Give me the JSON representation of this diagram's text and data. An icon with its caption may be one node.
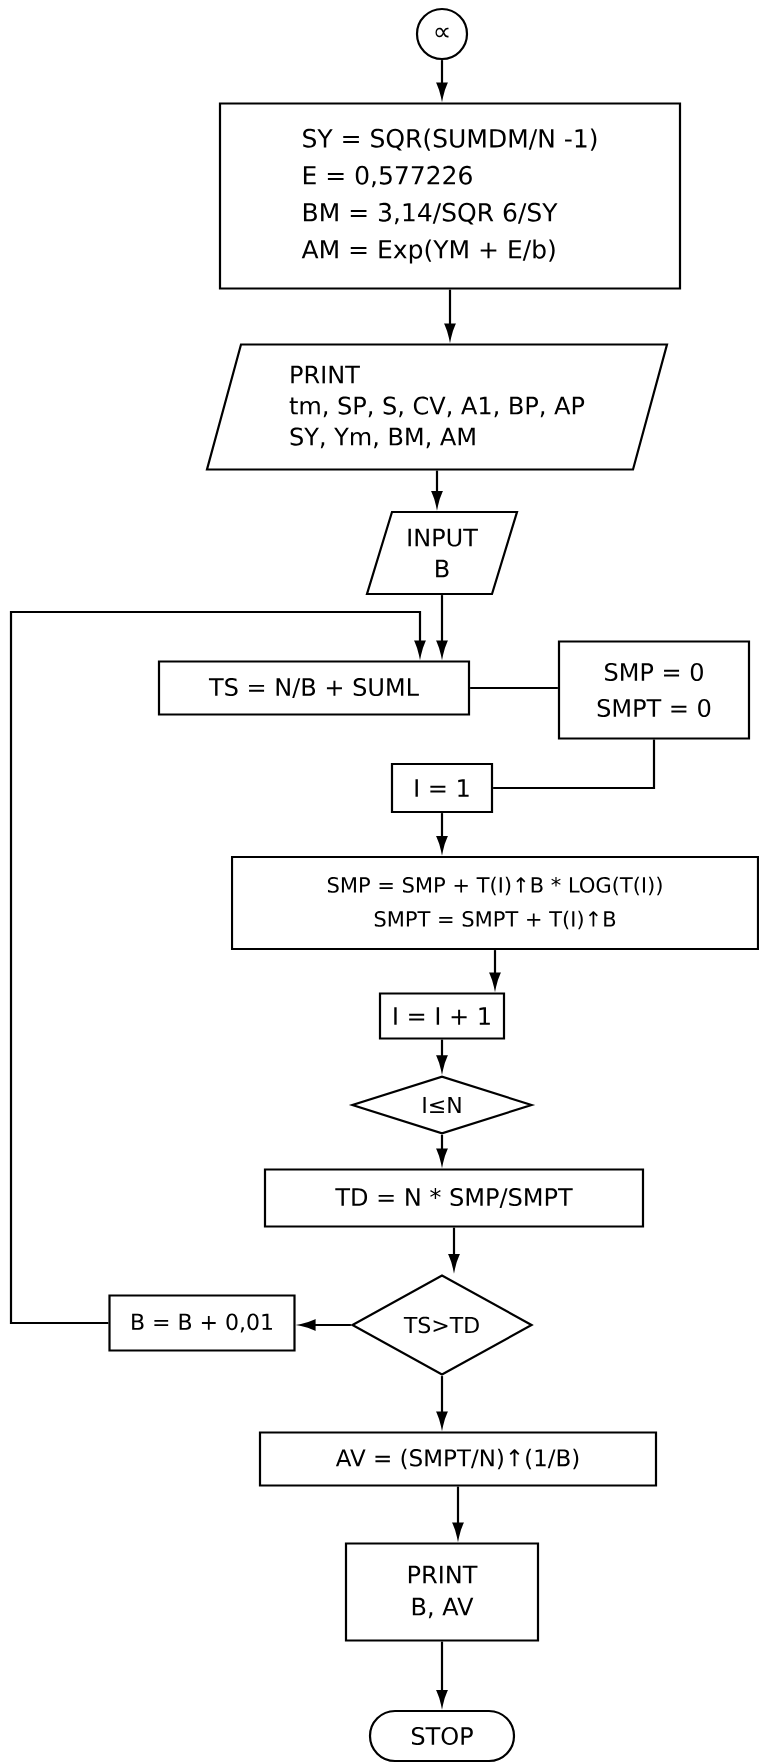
{
  "diagram": {
    "nodes": [
      {
        "text": [
          "∝"
        ]
      },
      {
        "text": [
          "SY = SQR(SUMDM/N -1)",
          "E = 0,577226",
          "BM = 3,14/SQR 6/SY",
          "AM = Exp(YM + E/b)"
        ]
      },
      {
        "text": [
          "PRINT",
          "tm, SP, S, CV, A1, BP, AP",
          "SY, Ym, BM, AM"
        ]
      },
      {
        "text": [
          "INPUT",
          "B"
        ]
      },
      {
        "text": [
          "TS = N/B + SUML"
        ]
      },
      {
        "text": [
          "SMP = 0",
          "SMPT = 0"
        ]
      },
      {
        "text": [
          "I = 1"
        ]
      },
      {
        "text": [
          "SMP = SMP + T(I)↑B * LOG(T(I))",
          "SMPT = SMPT + T(I)↑B"
        ]
      },
      {
        "text": [
          "I = I + 1"
        ]
      },
      {
        "text": [
          "I≤N"
        ]
      },
      {
        "text": [
          "TD = N * SMP/SMPT"
        ]
      },
      {
        "text": [
          "TS>TD"
        ]
      },
      {
        "text": [
          "B = B + 0,01"
        ]
      },
      {
        "text": [
          "AV = (SMPT/N)↑(1/B)"
        ]
      },
      {
        "text": [
          "PRINT",
          "B, AV"
        ]
      },
      {
        "text": [
          "STOP"
        ]
      }
    ],
    "edges": [
      {
        "from": 0,
        "to": 1,
        "arrow": "to"
      },
      {
        "from": 1,
        "to": 2,
        "arrow": "to"
      },
      {
        "from": 2,
        "to": 3,
        "arrow": "to"
      },
      {
        "from": 3,
        "to": 4,
        "arrow": "to"
      },
      {
        "from": 4,
        "to": 5,
        "arrow": "none"
      },
      {
        "from": 5,
        "to": 6,
        "arrow": "none"
      },
      {
        "from": 6,
        "to": 7,
        "arrow": "to"
      },
      {
        "from": 7,
        "to": 8,
        "arrow": "to"
      },
      {
        "from": 8,
        "to": 9,
        "arrow": "to"
      },
      {
        "from": 9,
        "to": 10,
        "arrow": "to"
      },
      {
        "from": 10,
        "to": 11,
        "arrow": "to"
      },
      {
        "from": 11,
        "to": 12,
        "arrow": "to"
      },
      {
        "from": 12,
        "to": 4,
        "arrow": "to"
      },
      {
        "from": 11,
        "to": 13,
        "arrow": "to"
      },
      {
        "from": 13,
        "to": 14,
        "arrow": "to"
      },
      {
        "from": 14,
        "to": 15,
        "arrow": "to"
      }
    ]
  }
}
